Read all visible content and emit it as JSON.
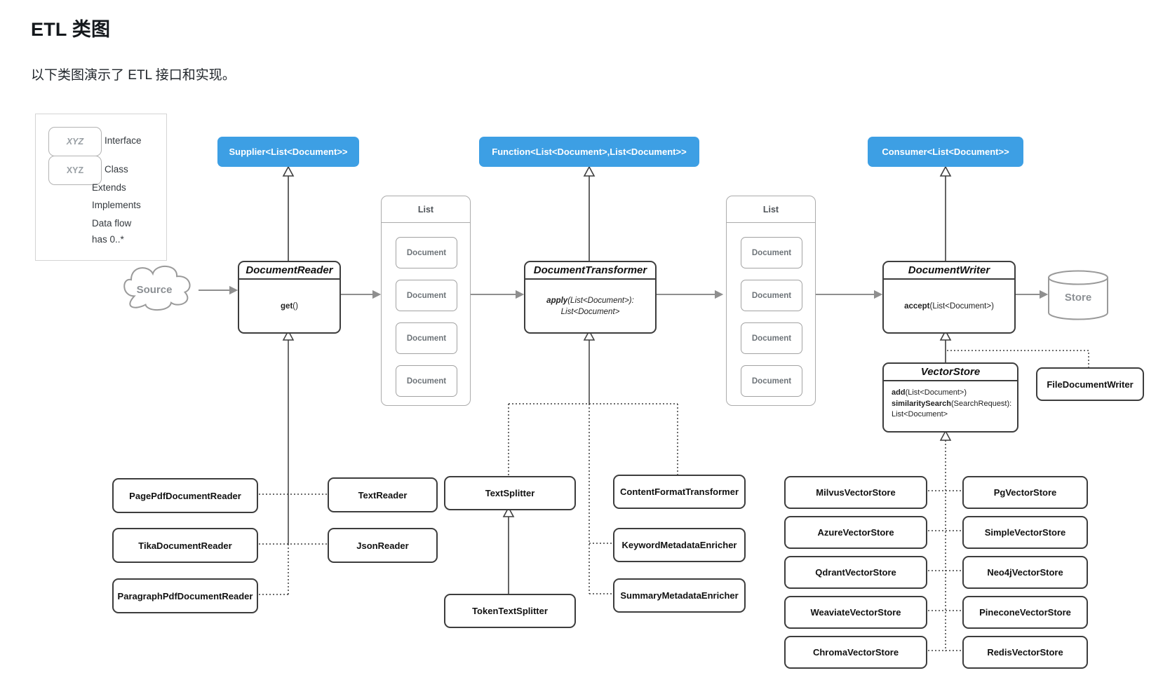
{
  "page": {
    "title": "ETL 类图",
    "subtitle": "以下类图演示了 ETL 接口和实现。"
  },
  "colors": {
    "accent_blue": "#3d9fe4",
    "dataflow_gray": "#8f8f8f",
    "line_dark": "#3d3d3d"
  },
  "legend": {
    "interface_symbol": "XYZ",
    "interface_label": "Interface",
    "class_symbol": "XYZ",
    "class_label": "Class",
    "extends_label": "Extends",
    "implements_label": "Implements",
    "dataflow_label": "Data flow",
    "has_label": "has 0..*"
  },
  "interfaces": {
    "supplier": "Supplier<List<Document>>",
    "function": "Function<List<Document>,List<Document>>",
    "consumer": "Consumer<List<Document>>"
  },
  "classes": {
    "reader": {
      "title": "DocumentReader",
      "method": "get",
      "method_args": "()"
    },
    "transformer": {
      "title": "DocumentTransformer",
      "method": "apply",
      "method_args": "(List<Document>):",
      "method_return": "List<Document>"
    },
    "writer": {
      "title": "DocumentWriter",
      "method": "accept",
      "method_args": "(List<Document>)"
    },
    "vector_store": {
      "title": "VectorStore",
      "m1": "add",
      "m1_args": "(List<Document>)",
      "m2": "similaritySearch",
      "m2_args": "(SearchRequest):",
      "m2_return": "List<Document>"
    }
  },
  "nodes": {
    "source": "Source",
    "store": "Store",
    "list_header": "List",
    "document": "Document"
  },
  "implementations": {
    "readers_left": [
      "PagePdfDocumentReader",
      "TikaDocumentReader",
      "ParagraphPdfDocumentReader"
    ],
    "readers_right": [
      "TextReader",
      "JsonReader"
    ],
    "splitter": "TextSplitter",
    "token_splitter": "TokenTextSplitter",
    "transformers": [
      "ContentFormatTransformer",
      "KeywordMetadataEnricher",
      "SummaryMetadataEnricher"
    ],
    "file_writer": "FileDocumentWriter",
    "vector_stores_left": [
      "MilvusVectorStore",
      "AzureVectorStore",
      "QdrantVectorStore",
      "WeaviateVectorStore",
      "ChromaVectorStore"
    ],
    "vector_stores_right": [
      "PgVectorStore",
      "SimpleVectorStore",
      "Neo4jVectorStore",
      "PineconeVectorStore",
      "RedisVectorStore"
    ]
  }
}
